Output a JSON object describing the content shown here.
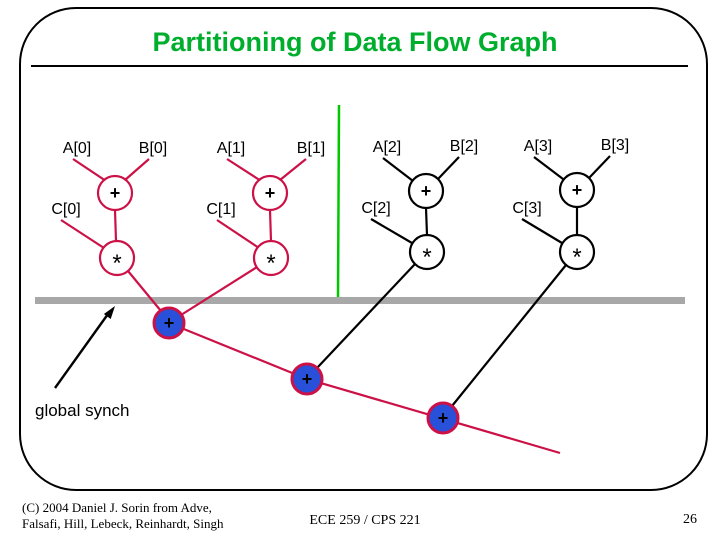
{
  "slide": {
    "title": "Partitioning of Data Flow Graph",
    "footer": {
      "credit_line1": "(C) 2004 Daniel J. Sorin from Adve,",
      "credit_line2": "Falsafi, Hill, Lebeck, Reinhardt, Singh",
      "course": "ECE 259 / CPS 221",
      "page_number": "26"
    }
  },
  "diagram": {
    "annotation": "global synch",
    "operator_plus": "+",
    "operator_multiply": "*",
    "trees": [
      {
        "input_a": "A[0]",
        "input_b": "B[0]",
        "input_c": "C[0]"
      },
      {
        "input_a": "A[1]",
        "input_b": "B[1]",
        "input_c": "C[1]"
      },
      {
        "input_a": "A[2]",
        "input_b": "B[2]",
        "input_c": "C[2]"
      },
      {
        "input_a": "A[3]",
        "input_b": "B[3]",
        "input_c": "C[3]"
      }
    ],
    "colors": {
      "local_partition_tree": "#CC1147",
      "remote_partition_tree": "#000000",
      "synch_node_fill": "#2850D8",
      "synch_node_border": "#CC1147",
      "partition_bar": "#A8A8A8",
      "partition_separator": "#00C800",
      "title_green": "#00AE2D"
    }
  }
}
